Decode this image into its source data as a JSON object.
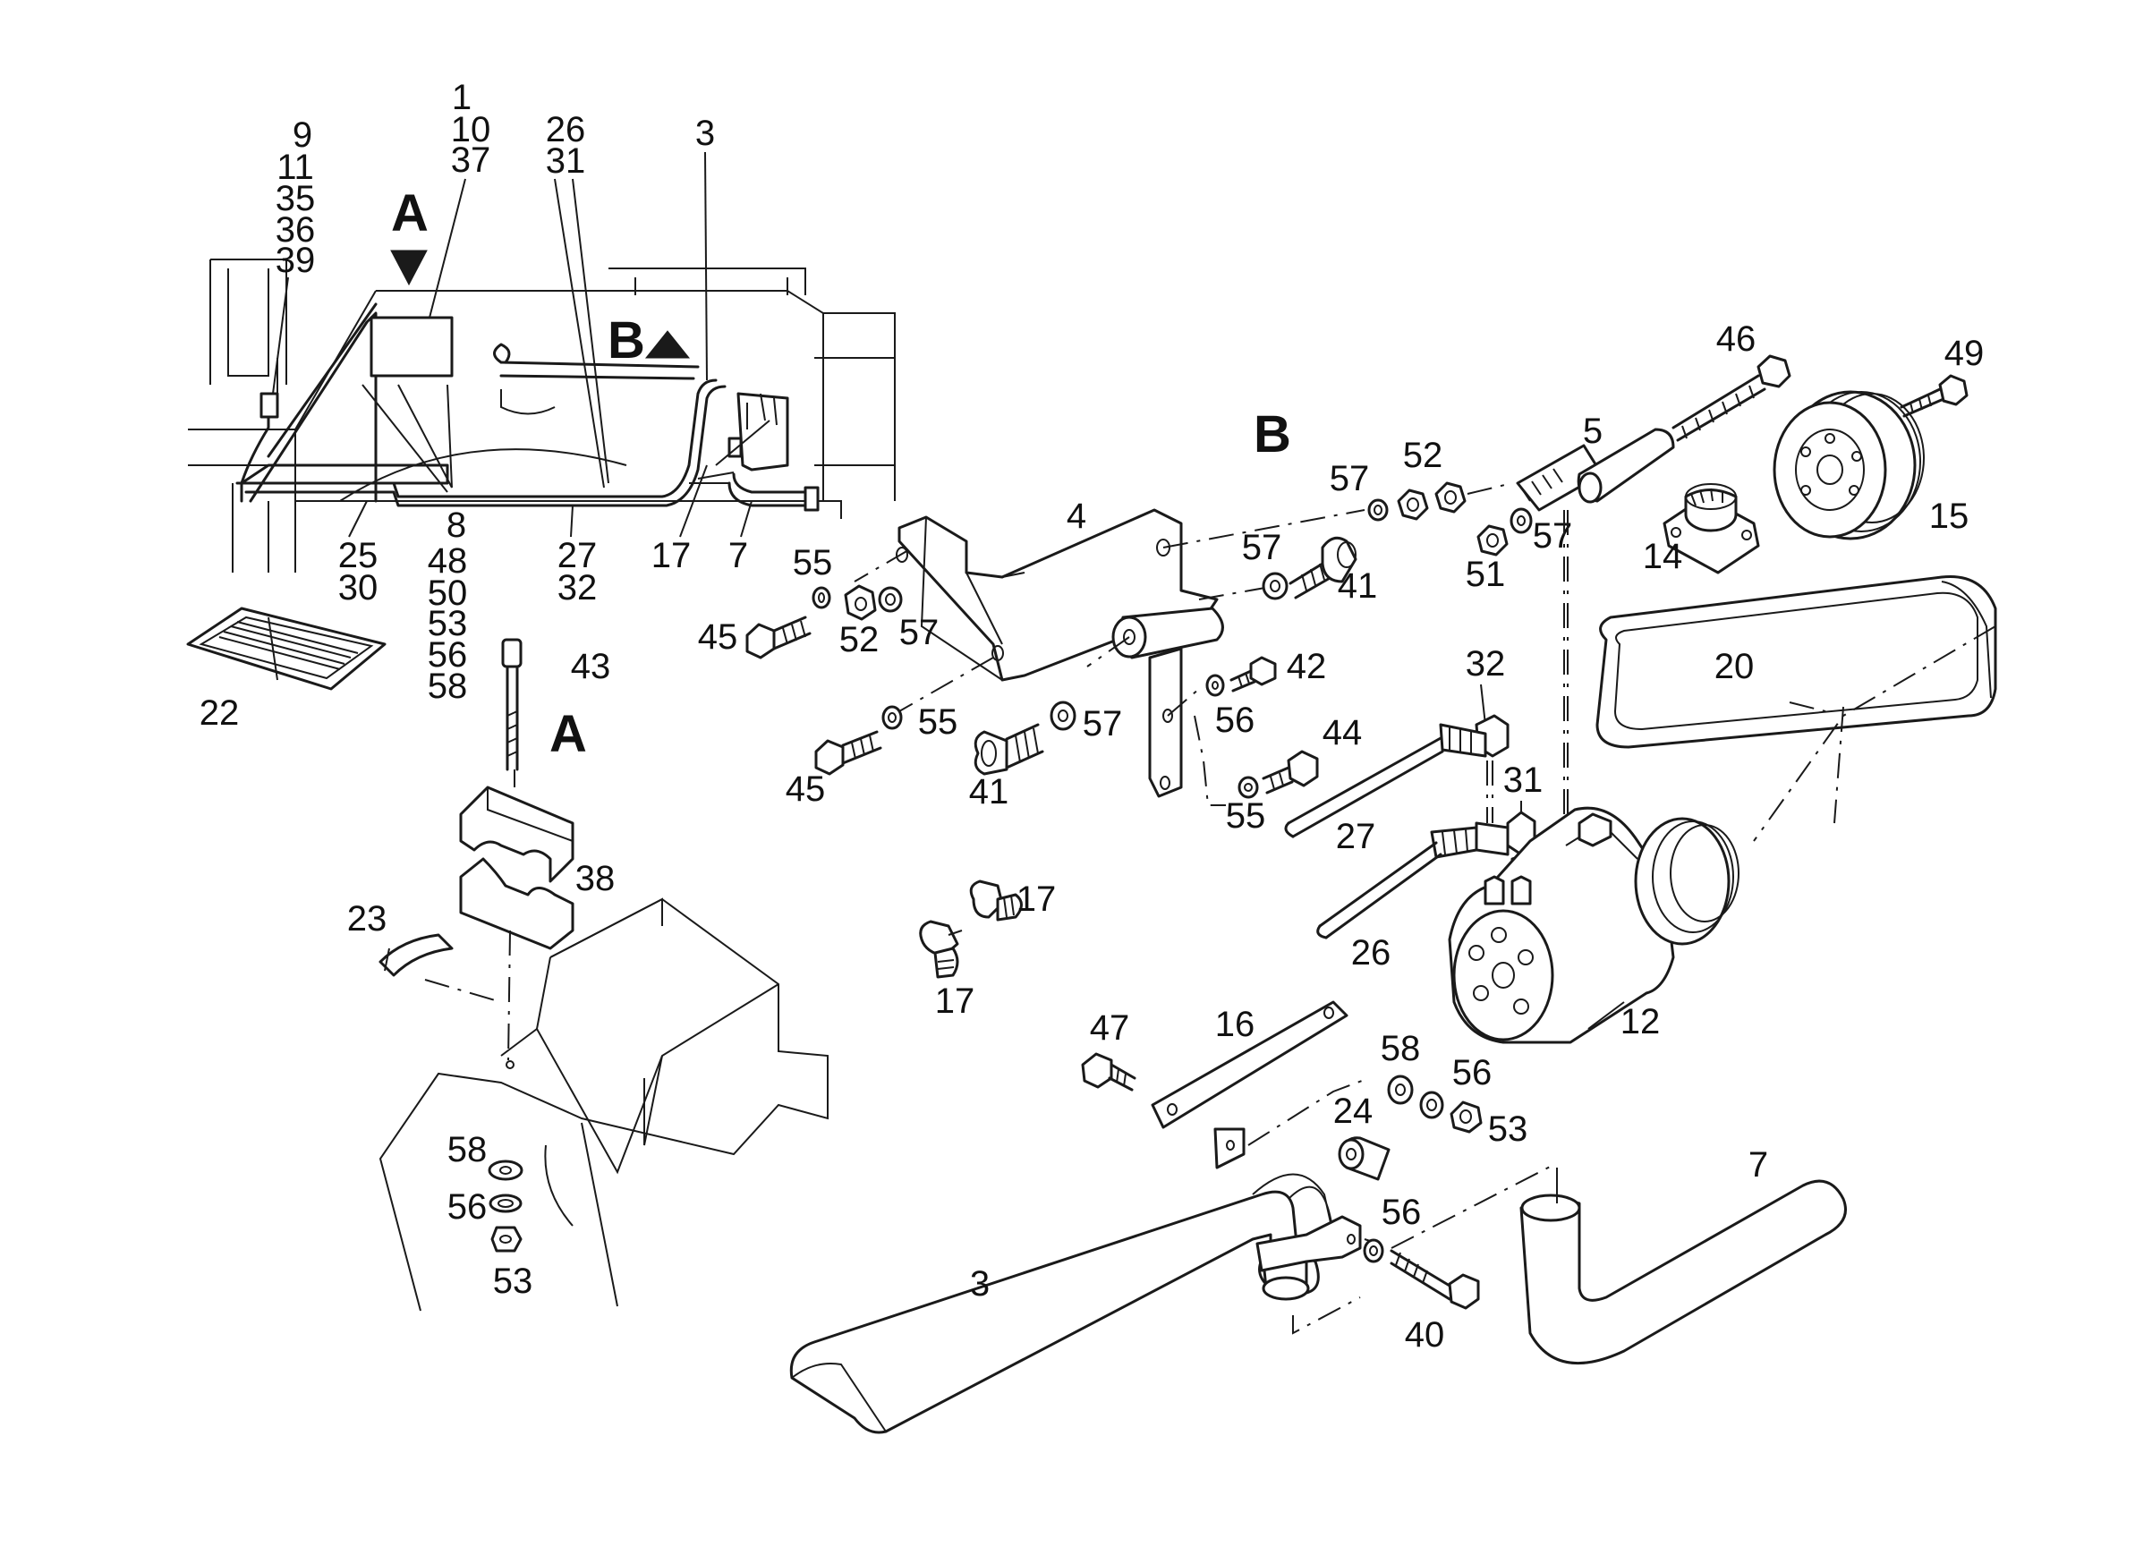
{
  "callouts": {
    "c1": "1",
    "c10": "10",
    "c37": "37",
    "c9": "9",
    "c11": "11",
    "c35": "35",
    "c36": "36",
    "c39": "39",
    "c26a": "26",
    "c31a": "31",
    "c3a": "3",
    "c8": "8",
    "c48": "48",
    "c50": "50",
    "c53a": "53",
    "c56a": "56",
    "c58a": "58",
    "c25": "25",
    "c30": "30",
    "c27a": "27",
    "c32a": "32",
    "c17a": "17",
    "c7a": "7",
    "c22": "22",
    "c43": "43",
    "c38": "38",
    "c23": "23",
    "c58b": "58",
    "c56b": "56",
    "c53b": "53",
    "c4": "4",
    "c55a": "55",
    "c45a": "45",
    "c52a": "52",
    "c57a": "57",
    "c55b": "55",
    "c45b": "45",
    "c41a": "41",
    "c57b": "57",
    "c57c": "57",
    "c41b": "41",
    "c42": "42",
    "c56c": "56",
    "c44": "44",
    "c55c": "55",
    "c57d": "57",
    "c52b": "52",
    "c5": "5",
    "c46": "46",
    "c51": "51",
    "c57e": "57",
    "c49": "49",
    "c14": "14",
    "c15": "15",
    "c20": "20",
    "c32b": "32",
    "c31b": "31",
    "c27b": "27",
    "c26b": "26",
    "c12": "12",
    "c17b": "17",
    "c17c": "17",
    "c47": "47",
    "c16": "16",
    "c58c": "58",
    "c56d": "56",
    "c53c": "53",
    "c24": "24",
    "c56e": "56",
    "c40": "40",
    "c3b": "3",
    "c7b": "7"
  },
  "view_letters": {
    "a_top": "A",
    "b_top": "B",
    "b_detail": "B",
    "a_detail": "A"
  },
  "icons": {
    "arrow_down": "triangle-down",
    "arrow_right": "triangle-right"
  }
}
